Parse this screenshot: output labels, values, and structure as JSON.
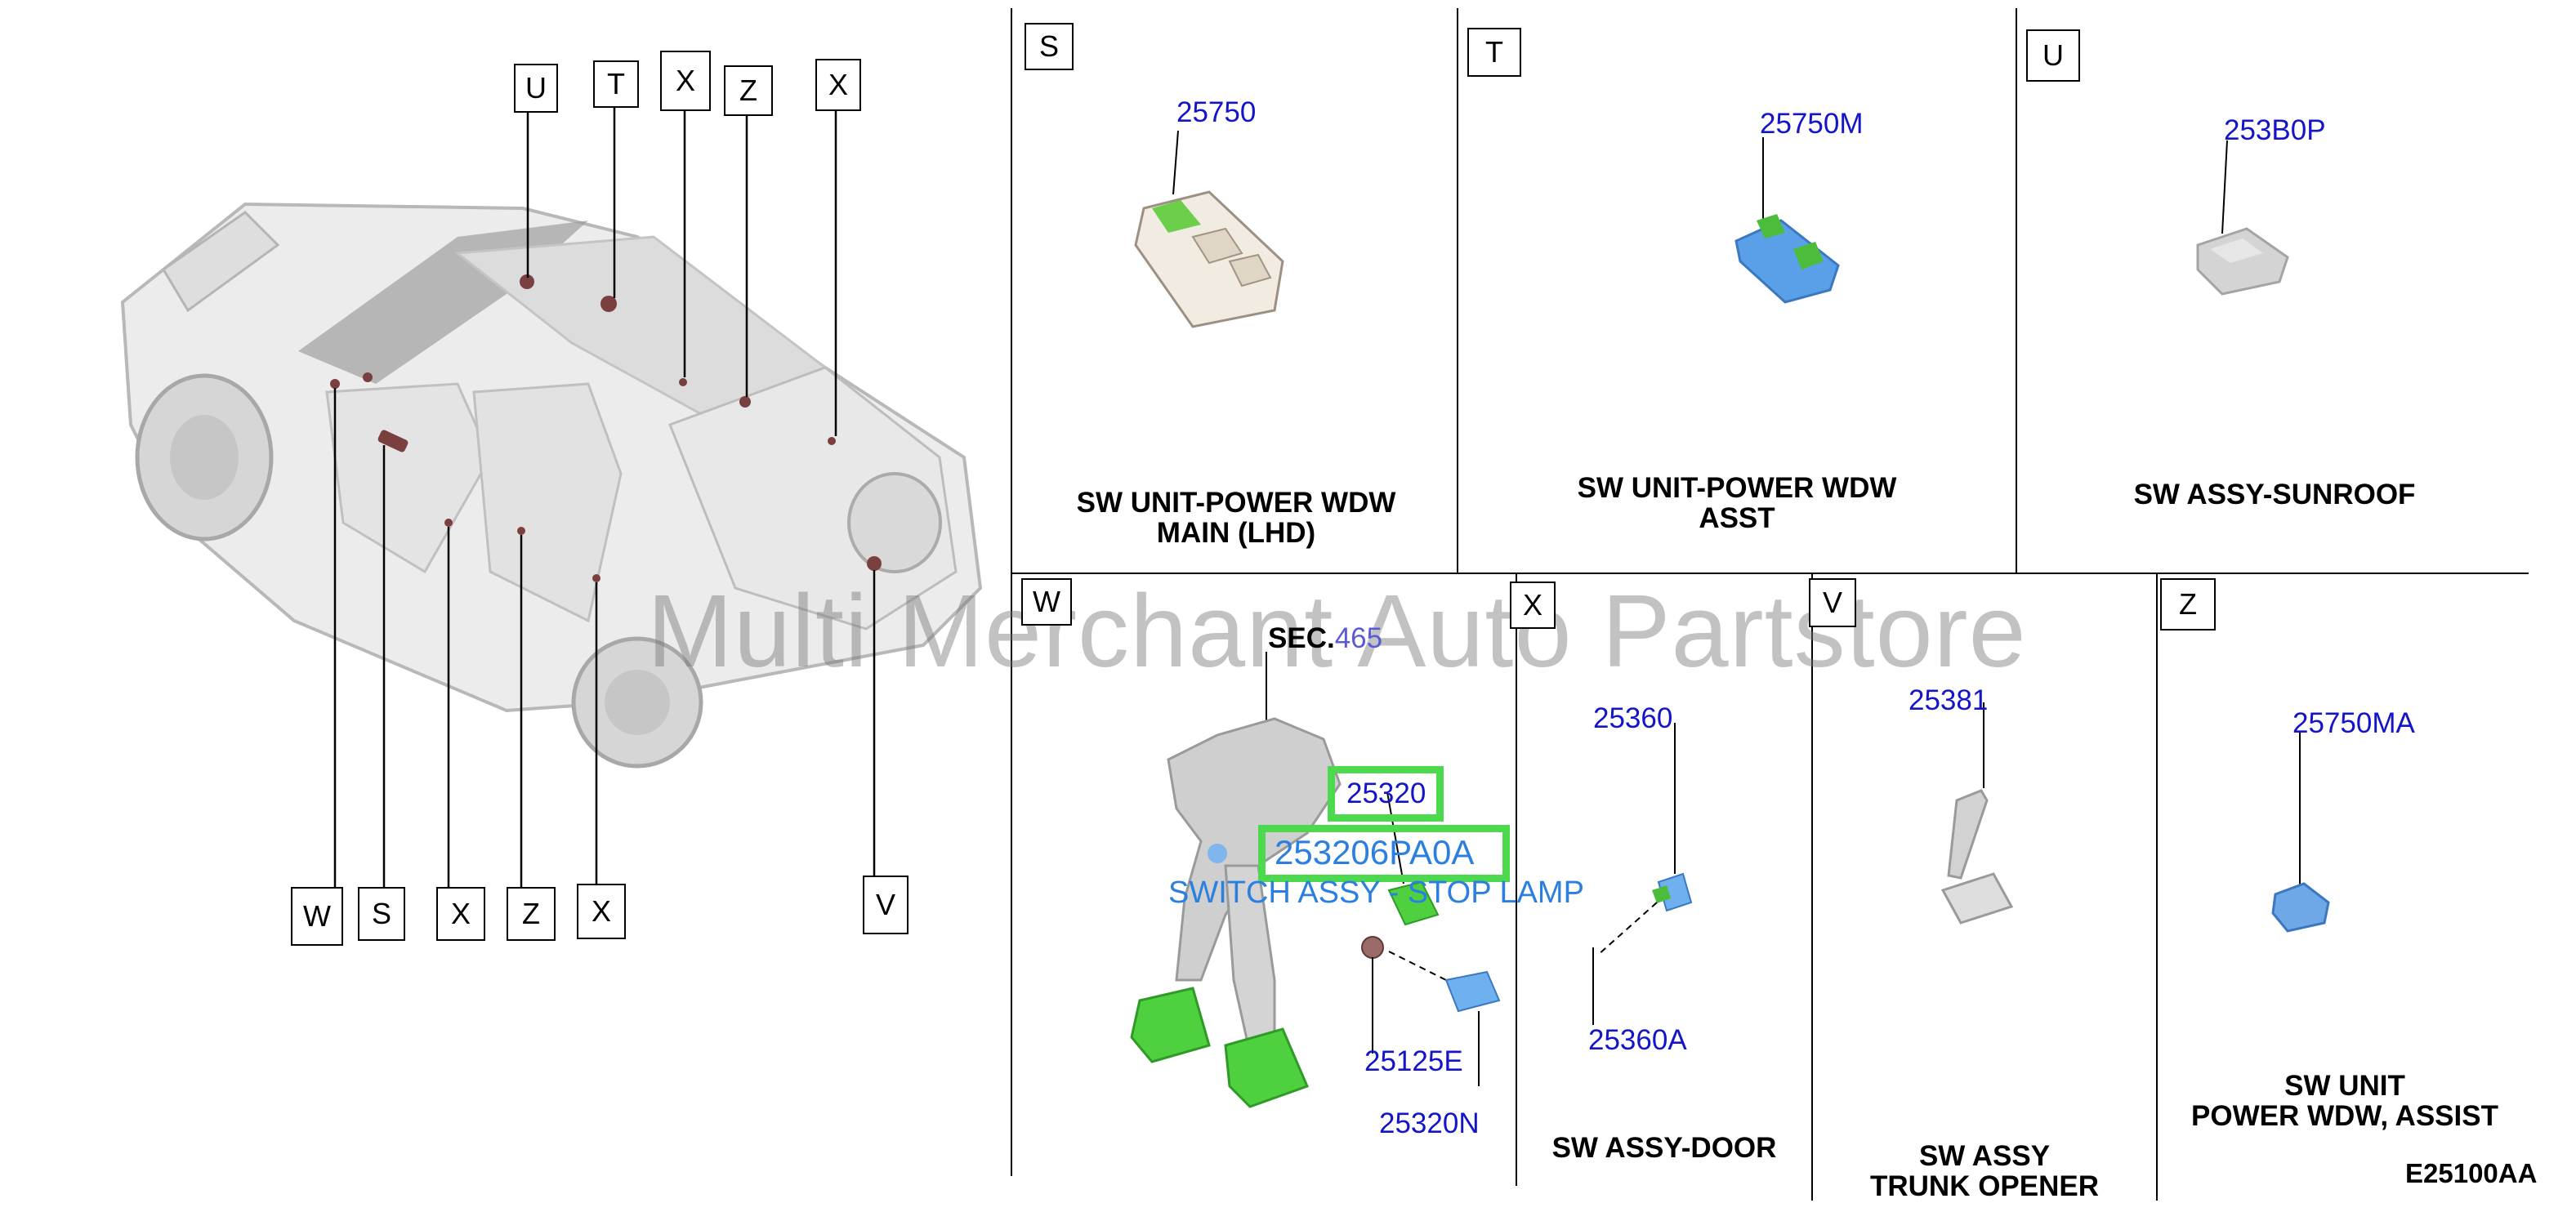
{
  "figure_code": "E25100AA",
  "watermark": "Multi Merchant Auto Partstore",
  "overview_callouts": {
    "top": [
      "U",
      "T",
      "X",
      "Z",
      "X"
    ],
    "bottom": [
      "W",
      "S",
      "X",
      "Z",
      "X",
      "V"
    ]
  },
  "panels": {
    "S": {
      "letter": "S",
      "part": "25750",
      "title": "SW UNIT-POWER WDW\nMAIN (LHD)"
    },
    "T": {
      "letter": "T",
      "part": "25750M",
      "title": "SW UNIT-POWER WDW\nASST"
    },
    "U": {
      "letter": "U",
      "part": "253B0P",
      "title": "SW ASSY-SUNROOF"
    },
    "W": {
      "letter": "W",
      "sec_label": "SEC.",
      "sec_ref": "465",
      "parts": [
        "25320",
        "25125E",
        "25320N"
      ],
      "highlight": {
        "code1": "25320",
        "code2": "253206PA0A",
        "name": "SWITCH ASSY - STOP LAMP"
      }
    },
    "X": {
      "letter": "X",
      "parts": [
        "25360",
        "25360A"
      ],
      "title": "SW ASSY-DOOR"
    },
    "V": {
      "letter": "V",
      "part": "25381",
      "title": "SW ASSY\nTRUNK OPENER"
    },
    "Z": {
      "letter": "Z",
      "part": "25750MA",
      "title": "SW UNIT\nPOWER WDW, ASSIST"
    }
  }
}
